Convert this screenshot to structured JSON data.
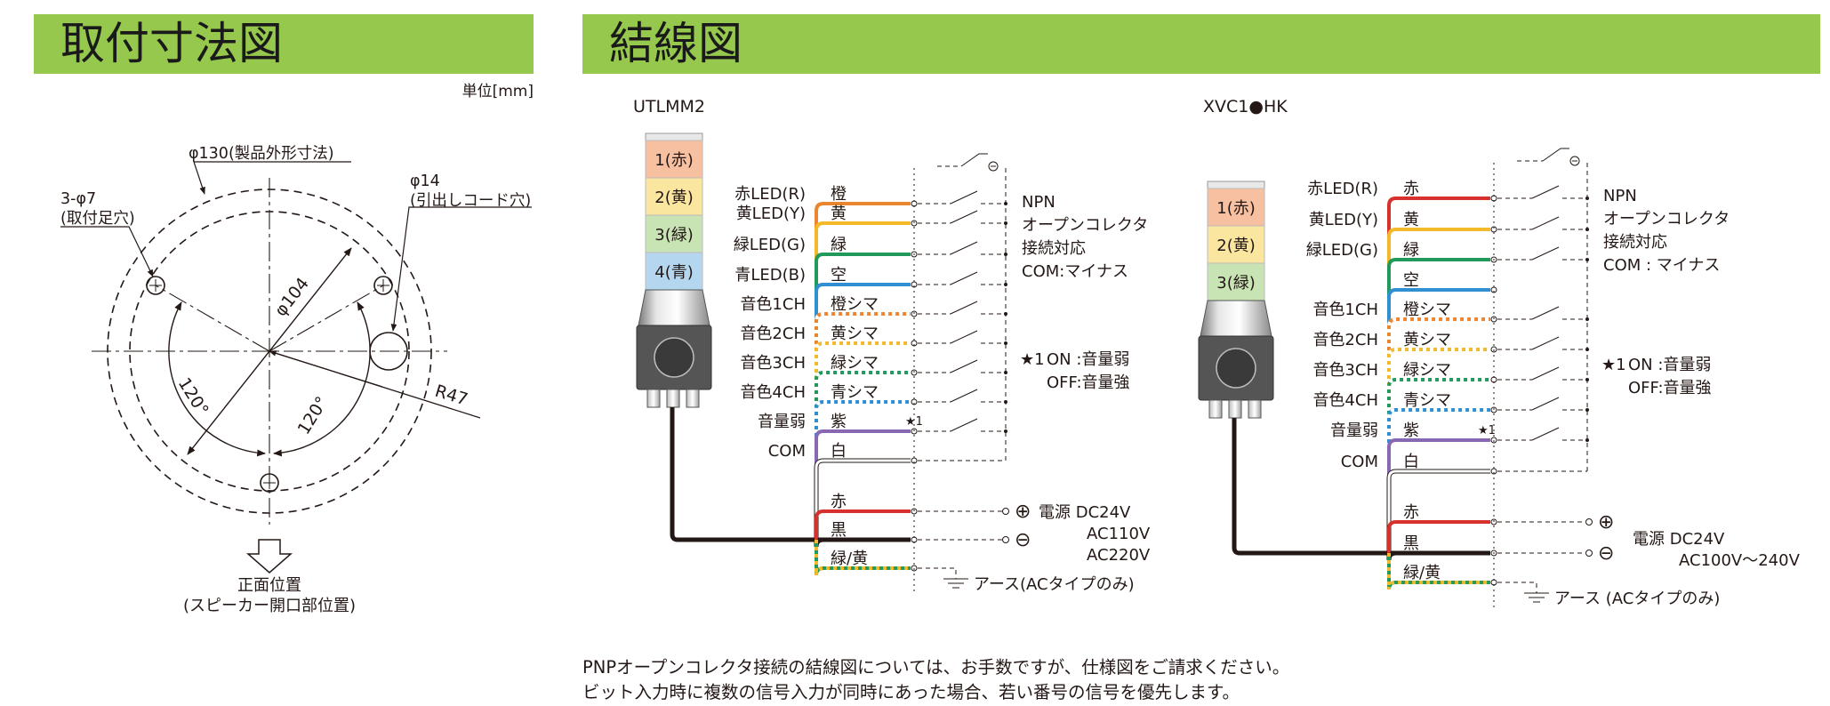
{
  "left": {
    "title": "取付寸法図",
    "unit": "単位[mm]",
    "dia_outer": "φ130(製品外形寸法)",
    "holes_line1": "3-φ7",
    "holes_line2": "(取付足穴)",
    "cord_line1": "φ14",
    "cord_line2": "(引出しコード穴)",
    "dia_104": "φ104",
    "angle1": "120°",
    "angle2": "120°",
    "radius": "R47",
    "front_line1": "正面位置",
    "front_line2": "(スピーカー開口部位置)"
  },
  "right": {
    "title": "結線図",
    "models": {
      "a": "UTLMM2",
      "b": "XVC1●HK"
    },
    "lamps_a": [
      "1(赤)",
      "2(黄)",
      "3(緑)",
      "4(青)"
    ],
    "lamps_b": [
      "1(赤)",
      "2(黄)",
      "3(緑)"
    ],
    "signals_a": [
      "赤LED(R)",
      "黄LED(Y)",
      "緑LED(G)",
      "青LED(B)",
      "音色1CH",
      "音色2CH",
      "音色3CH",
      "音色4CH",
      "音量弱",
      "COM"
    ],
    "signals_b": [
      "赤LED(R)",
      "黄LED(Y)",
      "緑LED(G)",
      "音色1CH",
      "音色2CH",
      "音色3CH",
      "音色4CH",
      "音量弱",
      "COM"
    ],
    "wires_a": [
      "橙",
      "黄",
      "緑",
      "空",
      "橙シマ",
      "黄シマ",
      "緑シマ",
      "青シマ",
      "紫",
      "白",
      "赤",
      "黒",
      "緑/黄"
    ],
    "wires_b": [
      "赤",
      "黄",
      "緑",
      "空",
      "橙シマ",
      "黄シマ",
      "緑シマ",
      "青シマ",
      "紫",
      "白",
      "赤",
      "黒",
      "緑/黄"
    ],
    "star": "★1",
    "npn": [
      "NPN",
      "オープンコレクタ",
      "接続対応",
      "COM:マイナス"
    ],
    "npn_b": [
      "NPN",
      "オープンコレクタ",
      "接続対応",
      "COM : マイナス"
    ],
    "star_on": "ON :音量弱",
    "star_off": "OFF:音量強",
    "plus": "⊕",
    "minus": "⊖",
    "power_a": [
      "電源 DC24V",
      "AC110V",
      "AC220V"
    ],
    "power_b": [
      "電源 DC24V",
      "AC100V〜240V"
    ],
    "earth_a": "アース(ACタイプのみ)",
    "earth_b": "アース (ACタイプのみ)"
  },
  "notes": [
    "PNPオープンコレクタ接続の結線図については、お手数ですが、仕様図をご請求ください。",
    "ビット入力時に複数の信号入力が同時にあった場合、若い番号の信号を優先します。"
  ],
  "colors": {
    "header": "#95c84c",
    "red": "#d7312d",
    "orange": "#ea8530",
    "yellow": "#f2b92a",
    "green": "#20995b",
    "blue": "#2f8fd1",
    "purple": "#8868b2",
    "black": "#231815",
    "pink": "#e4007f",
    "lamp_red": "#f7c0a0",
    "lamp_yellow": "#fbe6a0",
    "lamp_green": "#c8e4b4",
    "lamp_blue": "#b4d6ee"
  }
}
